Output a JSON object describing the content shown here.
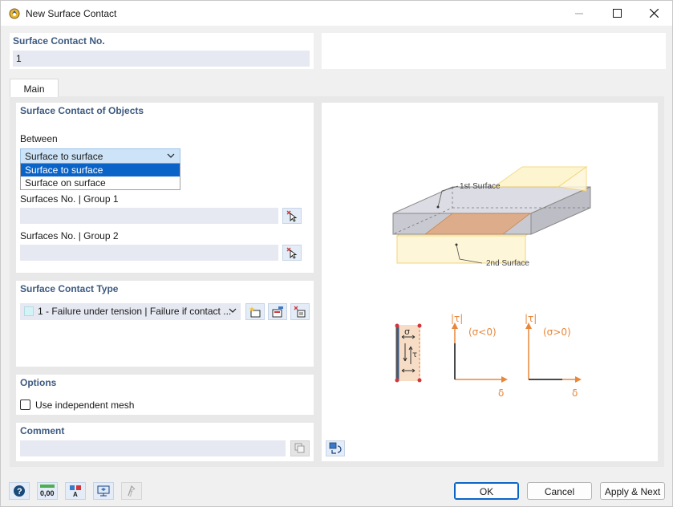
{
  "window": {
    "title": "New Surface Contact"
  },
  "header": {
    "contact_no_label": "Surface Contact No.",
    "contact_no_value": "1",
    "name_value": ""
  },
  "tabs": [
    {
      "label": "Main",
      "active": true
    }
  ],
  "objects": {
    "title": "Surface Contact of Objects",
    "between_label": "Between",
    "between_selected": "Surface to surface",
    "between_options": [
      "Surface to surface",
      "Surface on surface"
    ],
    "group1_label": "Surfaces No. | Group 1",
    "group1_value": "",
    "group2_label": "Surfaces No. | Group 2",
    "group2_value": ""
  },
  "contact_type": {
    "title": "Surface Contact Type",
    "selected": "1 - Failure under tension | Failure if contact ...",
    "swatch_color": "#d4f3f7"
  },
  "options": {
    "title": "Options",
    "independent_mesh_label": "Use independent mesh",
    "independent_mesh_checked": false
  },
  "comment": {
    "title": "Comment",
    "value": ""
  },
  "diagram": {
    "first_surface_label": "1st Surface",
    "second_surface_label": "2nd Surface",
    "sigma": "σ",
    "tau": "τ",
    "tau_abs_1": "|τ|",
    "cond_1": "(σ<0)",
    "delta_1": "δ",
    "tau_abs_2": "|τ|",
    "cond_2": "(σ>0)",
    "delta_2": "δ",
    "accent_color": "#e8873a"
  },
  "footer": {
    "ok_label": "OK",
    "cancel_label": "Cancel",
    "apply_next_label": "Apply & Next",
    "value_display": "0,00"
  }
}
